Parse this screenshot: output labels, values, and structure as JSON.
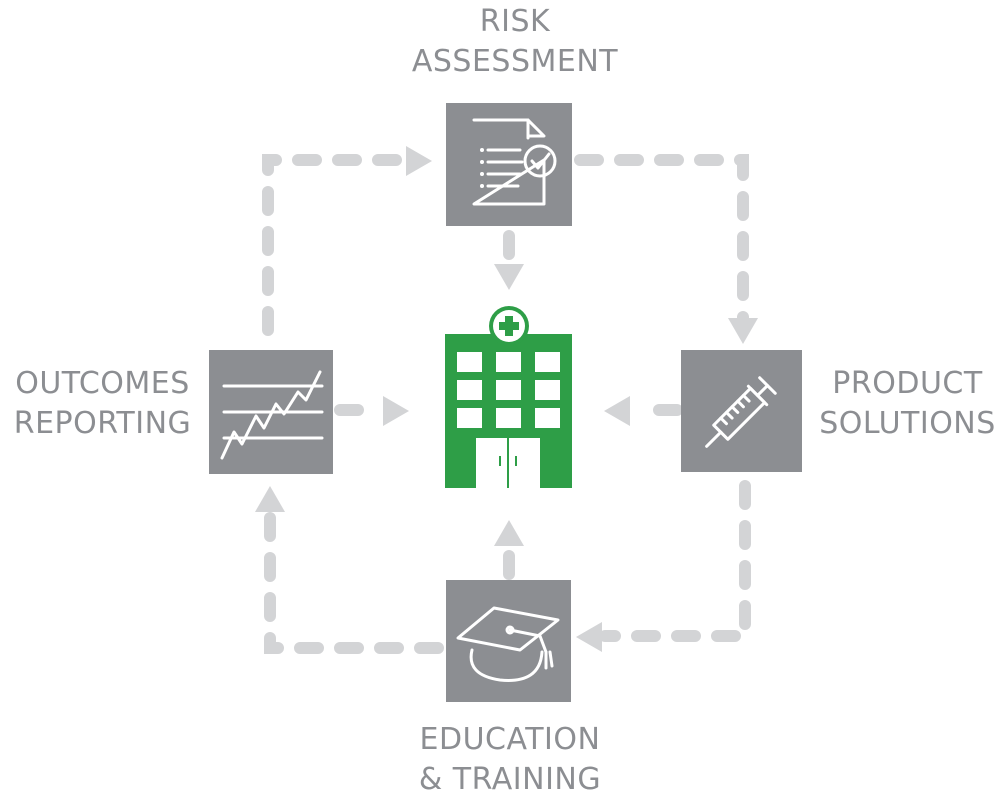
{
  "nodes": {
    "risk_assessment": {
      "label_line1": "RISK",
      "label_line2": "ASSESSMENT",
      "icon": "document-checklist-icon"
    },
    "product_solutions": {
      "label_line1": "PRODUCT",
      "label_line2": "SOLUTIONS",
      "icon": "syringe-icon"
    },
    "education_training": {
      "label_line1": "EDUCATION",
      "label_line2": "& TRAINING",
      "icon": "graduation-cap-icon"
    },
    "outcomes_reporting": {
      "label_line1": "OUTCOMES",
      "label_line2": "REPORTING",
      "icon": "line-chart-icon"
    },
    "center": {
      "icon": "hospital-icon"
    }
  },
  "colors": {
    "node_fill": "#8c8e92",
    "center_fill": "#2e9e47",
    "connector": "#d3d4d6",
    "label_text": "#8c8e92",
    "icon_stroke": "#ffffff"
  }
}
